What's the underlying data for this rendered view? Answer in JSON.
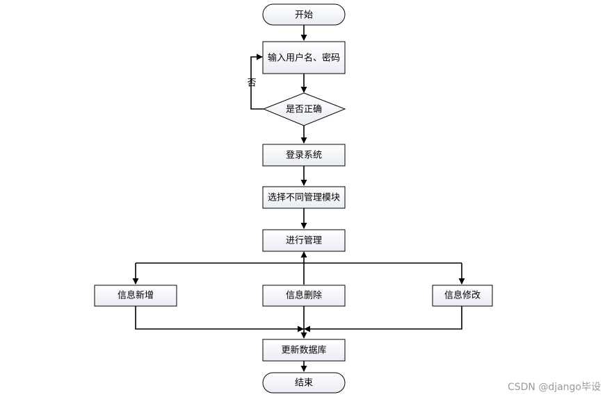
{
  "flowchart": {
    "start": "开始",
    "input": "输入用户名、密码",
    "decision": "是否正确",
    "no_label": "否",
    "login": "登录系统",
    "select_module": "选择不同管理模块",
    "manage": "进行管理",
    "add": "信息新增",
    "delete": "信息删除",
    "modify": "信息修改",
    "update_db": "更新数据库",
    "end": "结束"
  },
  "watermark": "CSDN @django毕设"
}
